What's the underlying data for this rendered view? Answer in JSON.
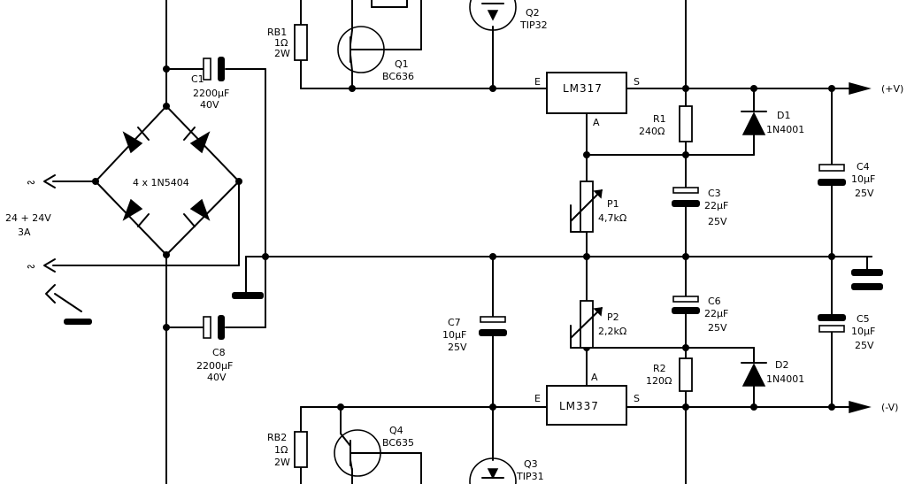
{
  "components": {
    "rb1": {
      "ref": "RB1",
      "value": "1Ω",
      "rating": "2W"
    },
    "q1": {
      "ref": "Q1",
      "part": "BC636"
    },
    "q2": {
      "ref": "Q2",
      "part": "TIP32"
    },
    "c1": {
      "ref": "C1",
      "value": "2200µF",
      "rating": "40V"
    },
    "bridge": {
      "label": "4 x 1N5404"
    },
    "ac_in": {
      "symbol": "∾",
      "rating": "24 + 24V",
      "current": "3A"
    },
    "ac_in2": {
      "symbol": "∾"
    },
    "u1": {
      "part": "LM317",
      "pin_e": "E",
      "pin_s": "S",
      "pin_a": "A"
    },
    "r1": {
      "ref": "R1",
      "value": "240Ω"
    },
    "d1": {
      "ref": "D1",
      "part": "1N4001"
    },
    "out_pos": {
      "label": "(+V)"
    },
    "c4": {
      "ref": "C4",
      "value": "10µF",
      "rating": "25V"
    },
    "p1": {
      "ref": "P1",
      "value": "4,7kΩ"
    },
    "c3": {
      "ref": "C3",
      "value": "22µF",
      "rating": "25V"
    },
    "c8": {
      "ref": "C8",
      "value": "2200µF",
      "rating": "40V"
    },
    "c7": {
      "ref": "C7",
      "value": "10µF",
      "rating": "25V"
    },
    "p2": {
      "ref": "P2",
      "value": "2,2kΩ"
    },
    "c6": {
      "ref": "C6",
      "value": "22µF",
      "rating": "25V"
    },
    "c5": {
      "ref": "C5",
      "value": "10µF",
      "rating": "25V"
    },
    "r2": {
      "ref": "R2",
      "value": "120Ω"
    },
    "d2": {
      "ref": "D2",
      "part": "1N4001"
    },
    "u2": {
      "part": "LM337",
      "pin_e": "E",
      "pin_s": "S",
      "pin_a": "A"
    },
    "out_neg": {
      "label": "(-V)"
    },
    "rb2": {
      "ref": "RB2",
      "value": "1Ω",
      "rating": "2W"
    },
    "q4": {
      "ref": "Q4",
      "part": "BC635"
    },
    "q3": {
      "ref": "Q3",
      "part": "TIP31"
    }
  }
}
